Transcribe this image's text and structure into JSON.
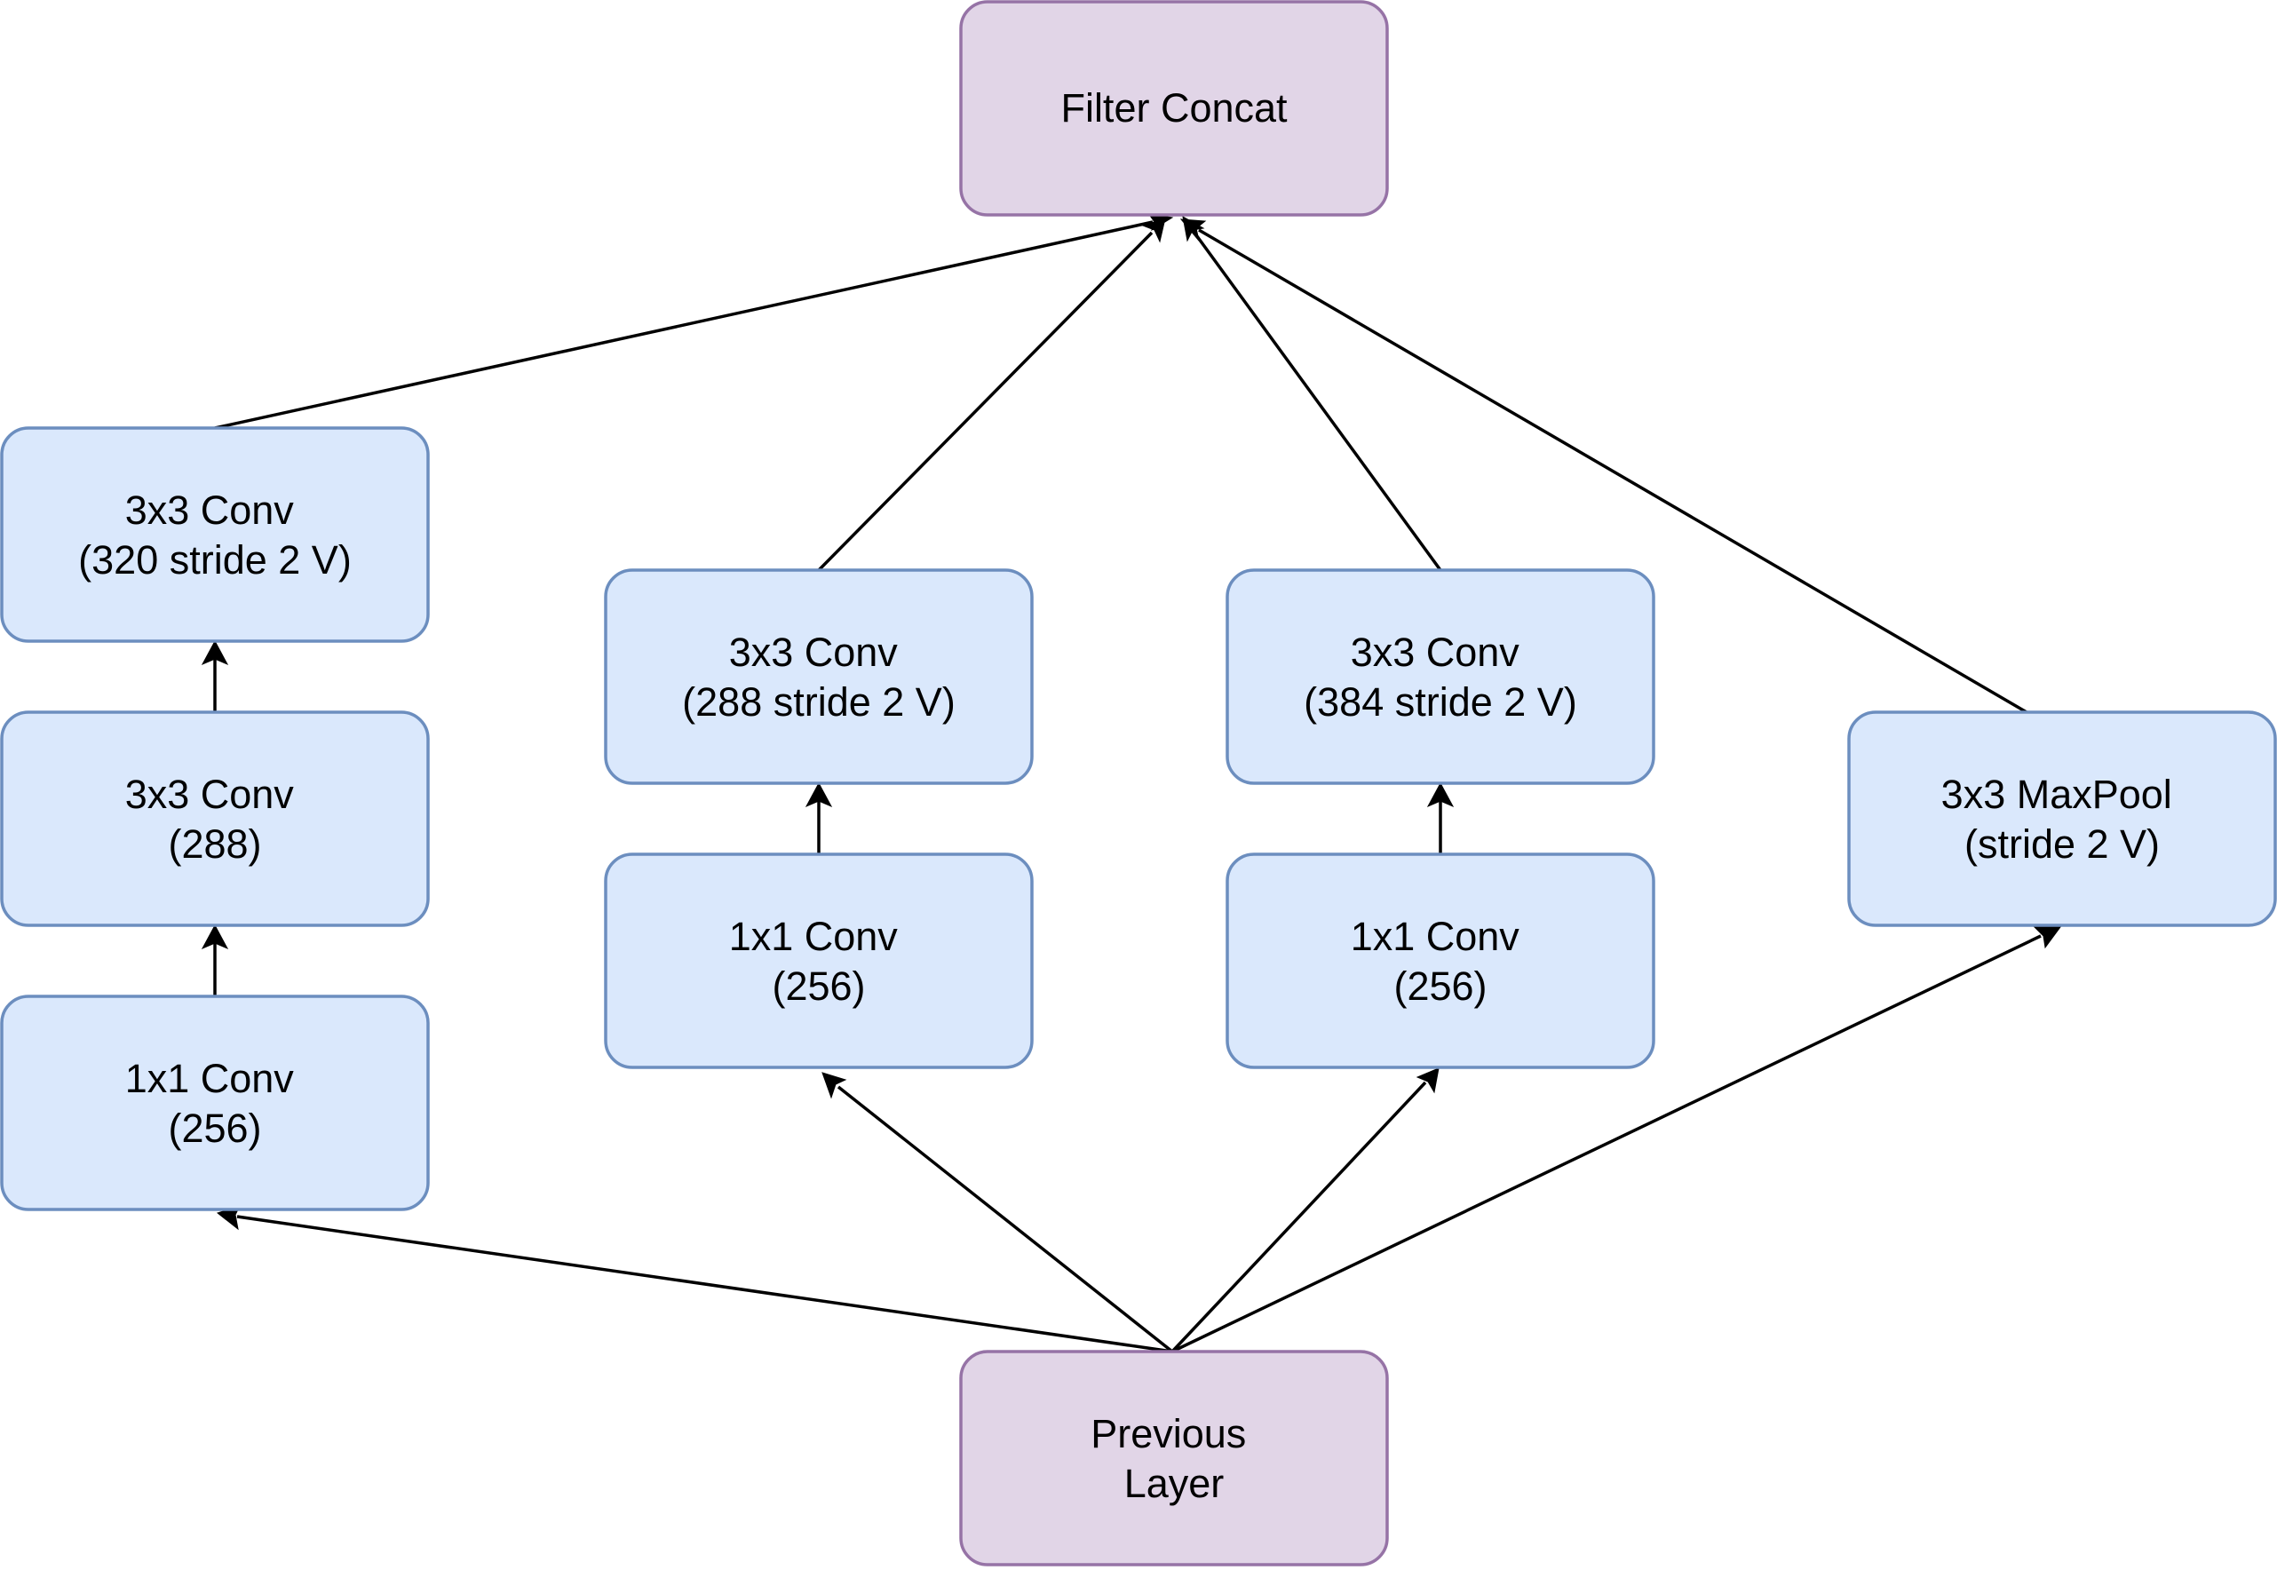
{
  "colors": {
    "concat_fill": "#e1d5e7",
    "concat_stroke": "#9673a6",
    "conv_fill": "#dae8fc",
    "conv_stroke": "#6c8ebf",
    "edge": "#000000"
  },
  "nodes": {
    "filter_concat": {
      "lines": [
        "Filter Concat"
      ]
    },
    "previous_layer": {
      "lines": [
        "Previous",
        "Layer"
      ]
    },
    "b1_conv1x1": {
      "lines": [
        "1x1 Conv",
        "(256)"
      ]
    },
    "b1_conv3x3a": {
      "lines": [
        "3x3 Conv",
        "(288)"
      ]
    },
    "b1_conv3x3b": {
      "lines": [
        "3x3 Conv",
        "(320 stride 2 V)"
      ]
    },
    "b2_conv1x1": {
      "lines": [
        "1x1 Conv",
        "(256)"
      ]
    },
    "b2_conv3x3": {
      "lines": [
        "3x3 Conv",
        "(288 stride 2 V)"
      ]
    },
    "b3_conv1x1": {
      "lines": [
        "1x1 Conv",
        "(256)"
      ]
    },
    "b3_conv3x3": {
      "lines": [
        "3x3 Conv",
        "(384 stride 2 V)"
      ]
    },
    "b4_maxpool": {
      "lines": [
        "3x3 MaxPool",
        "(stride 2 V)"
      ]
    }
  }
}
